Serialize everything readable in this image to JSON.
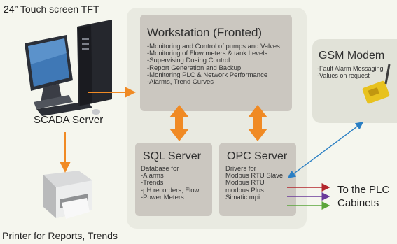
{
  "top_label": "24” Touch screen TFT",
  "scada_label": "SCADA Server",
  "printer_label": "Printer for Reports, Trends",
  "workstation": {
    "title": "Workstation (Fronted)",
    "items": [
      "-Monitoring and Control of pumps and Valves",
      "-Monitoring of Flow meters & tank Levels",
      "-Supervising Dosing Control",
      "-Report Generation and Backup",
      "-Monitoring PLC & Network Performance",
      "-Alarms, Trend Curves"
    ]
  },
  "gsm": {
    "title": "GSM Modem",
    "items": [
      "-Fault Alarm Messaging",
      "-Values on request"
    ]
  },
  "sql": {
    "title": "SQL Server",
    "items": [
      "Database for",
      "-Alarms",
      "-Trends",
      "-pH recorders, Flow",
      "-Power Meters"
    ]
  },
  "opc": {
    "title": "OPC Server",
    "items": [
      "Drivers for",
      "Modbus RTU Slave",
      "Modbus RTU",
      "modbus Plus",
      "Simatic mpi"
    ]
  },
  "plc_label": [
    "To the PLC",
    "Cabinets"
  ],
  "colors": {
    "orange": "#f08a24",
    "blue": "#2a7fc4",
    "red": "#b3262c",
    "purple": "#6a3a9a",
    "green": "#5aa53a"
  }
}
